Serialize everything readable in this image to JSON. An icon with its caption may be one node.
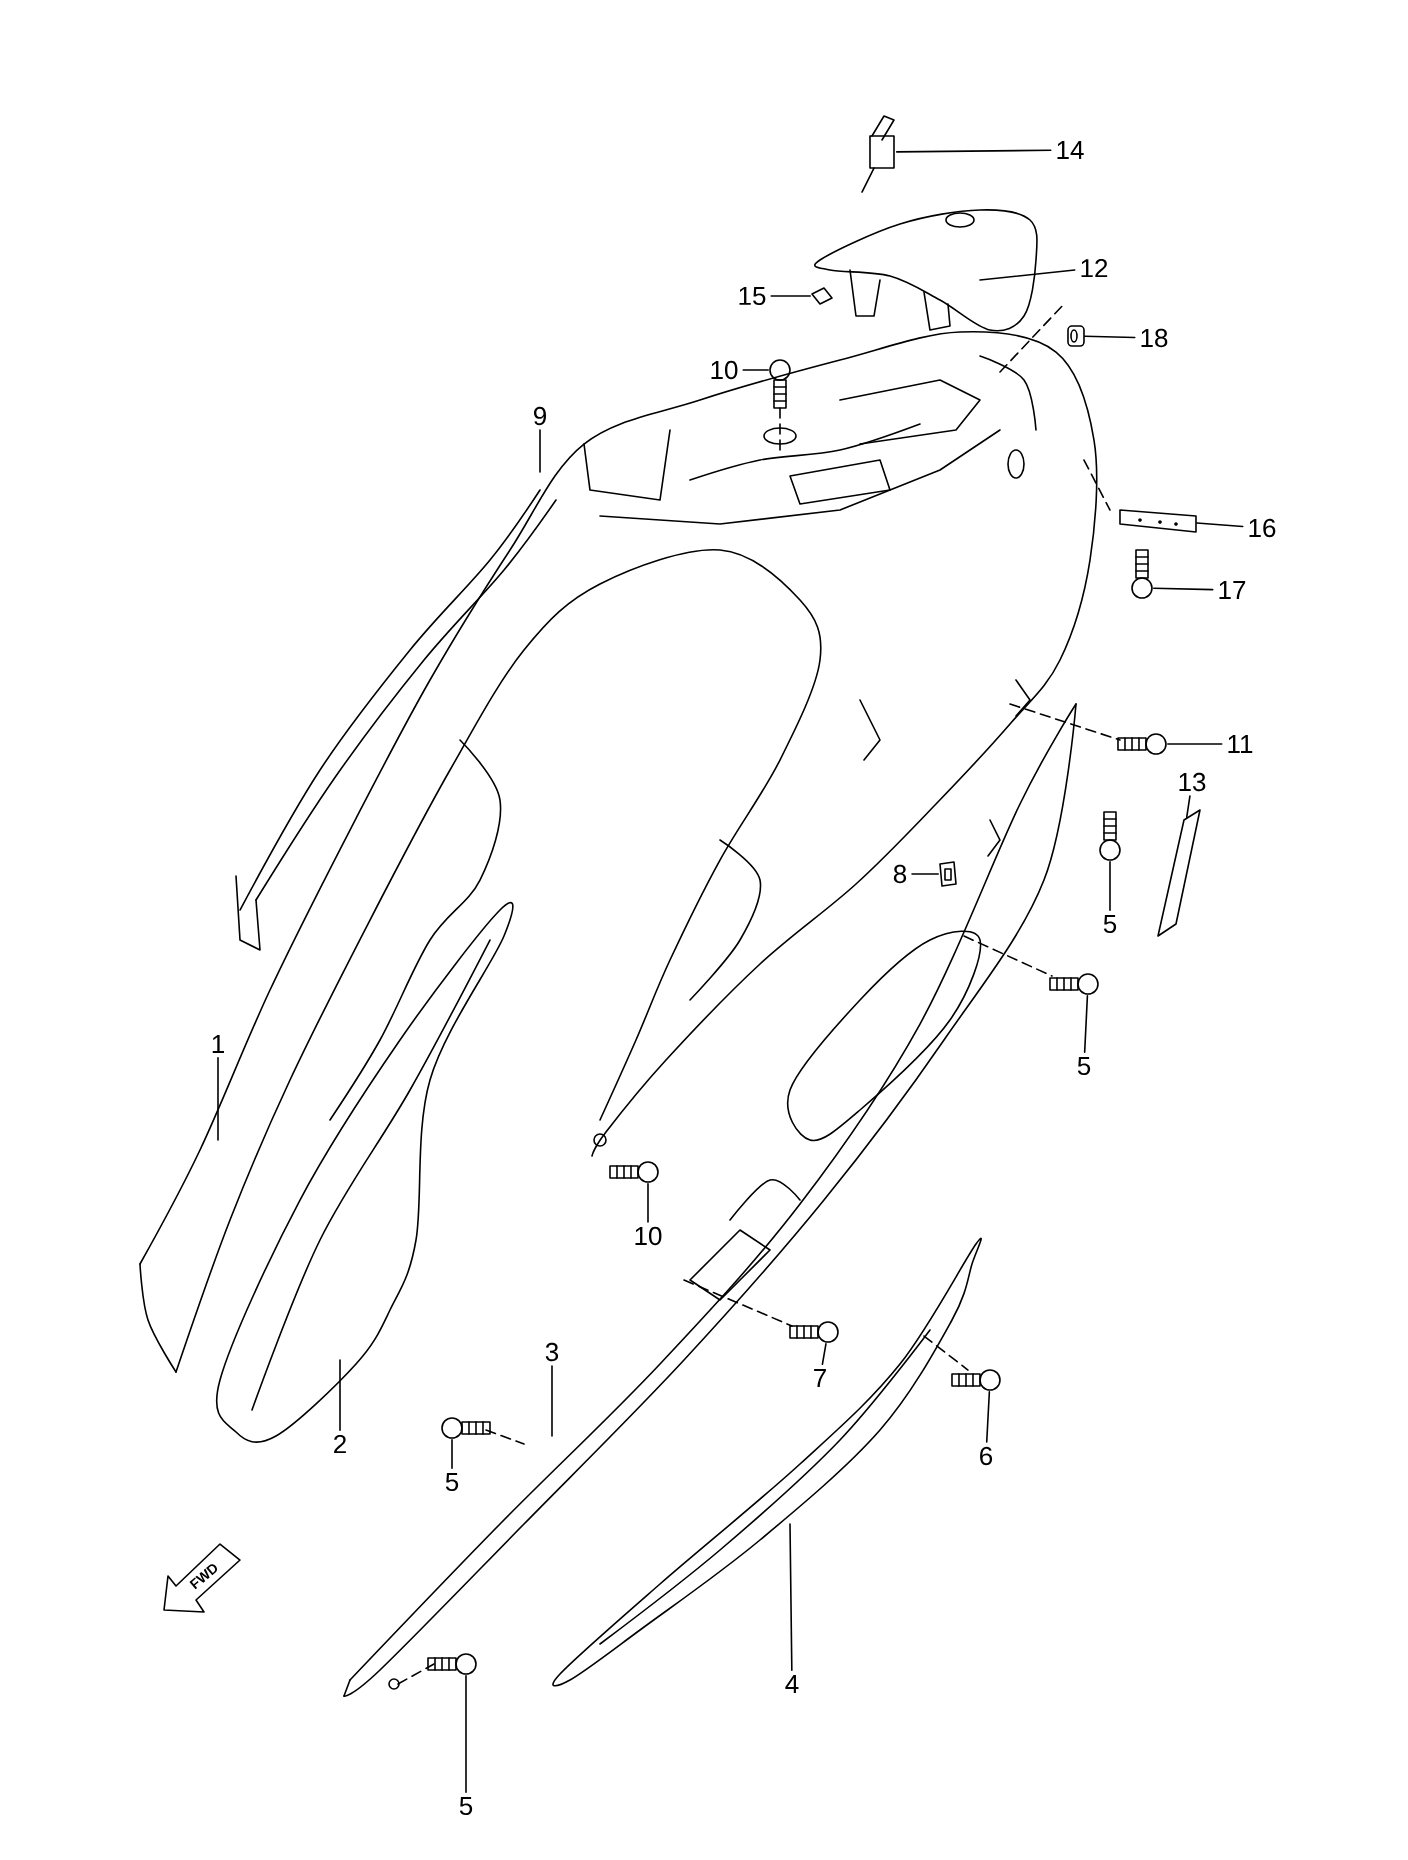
{
  "diagram": {
    "nodes": [
      {
        "text": [
          "14"
        ]
      },
      {
        "text": [
          "12"
        ]
      },
      {
        "text": [
          "15"
        ]
      },
      {
        "text": [
          "18"
        ]
      },
      {
        "text": [
          "10"
        ]
      },
      {
        "text": [
          "9"
        ]
      },
      {
        "text": [
          "16"
        ]
      },
      {
        "text": [
          "17"
        ]
      },
      {
        "text": [
          "11"
        ]
      },
      {
        "text": [
          "13"
        ]
      },
      {
        "text": [
          "8"
        ]
      },
      {
        "text": [
          "5"
        ]
      },
      {
        "text": [
          "1"
        ]
      },
      {
        "text": [
          "5"
        ]
      },
      {
        "text": [
          "10"
        ]
      },
      {
        "text": [
          "2"
        ]
      },
      {
        "text": [
          "3"
        ]
      },
      {
        "text": [
          "7"
        ]
      },
      {
        "text": [
          "6"
        ]
      },
      {
        "text": [
          "5"
        ]
      },
      {
        "text": [
          "4"
        ]
      },
      {
        "text": [
          "5"
        ]
      },
      {
        "text": [],
        "shape": "picture"
      },
      {
        "text": [],
        "shape": "picture"
      },
      {
        "text": [],
        "shape": "picture"
      },
      {
        "text": [],
        "shape": "picture"
      },
      {
        "text": [],
        "shape": "picture"
      },
      {
        "text": [],
        "shape": "picture"
      },
      {
        "text": [],
        "shape": "picture"
      },
      {
        "text": [],
        "shape": "picture"
      },
      {
        "text": [],
        "shape": "picture"
      },
      {
        "text": [],
        "shape": "picture"
      },
      {
        "text": [],
        "shape": "picture"
      },
      {
        "text": [],
        "shape": "picture"
      },
      {
        "text": [],
        "shape": "picture"
      },
      {
        "text": [],
        "shape": "picture"
      },
      {
        "text": [],
        "shape": "picture"
      },
      {
        "text": [],
        "shape": "picture"
      }
    ],
    "edges": [
      {
        "from": 0,
        "to": 22,
        "arrow": "none"
      },
      {
        "from": 1,
        "to": null,
        "arrow": "none"
      },
      {
        "from": 2,
        "to": 23,
        "arrow": "none"
      },
      {
        "from": 3,
        "to": 24,
        "arrow": "none"
      },
      {
        "from": 4,
        "to": 25,
        "arrow": "none"
      },
      {
        "from": 5,
        "to": null,
        "arrow": "none"
      },
      {
        "from": 6,
        "to": 26,
        "arrow": "none"
      },
      {
        "from": 7,
        "to": 27,
        "arrow": "none"
      },
      {
        "from": 8,
        "to": 28,
        "arrow": "none"
      },
      {
        "from": 9,
        "to": 29,
        "arrow": "none"
      },
      {
        "from": 10,
        "to": 30,
        "arrow": "none"
      },
      {
        "from": 11,
        "to": 31,
        "arrow": "none"
      },
      {
        "from": 12,
        "to": null,
        "arrow": "none"
      },
      {
        "from": 13,
        "to": 32,
        "arrow": "none"
      },
      {
        "from": 14,
        "to": 33,
        "arrow": "none"
      },
      {
        "from": 15,
        "to": null,
        "arrow": "none"
      },
      {
        "from": 16,
        "to": null,
        "arrow": "none"
      },
      {
        "from": 17,
        "to": 34,
        "arrow": "none"
      },
      {
        "from": 18,
        "to": 35,
        "arrow": "none"
      },
      {
        "from": 19,
        "to": 36,
        "arrow": "none"
      },
      {
        "from": 20,
        "to": null,
        "arrow": "none"
      },
      {
        "from": 21,
        "to": 37,
        "arrow": "none"
      }
    ],
    "labels": [
      "FWD"
    ]
  }
}
